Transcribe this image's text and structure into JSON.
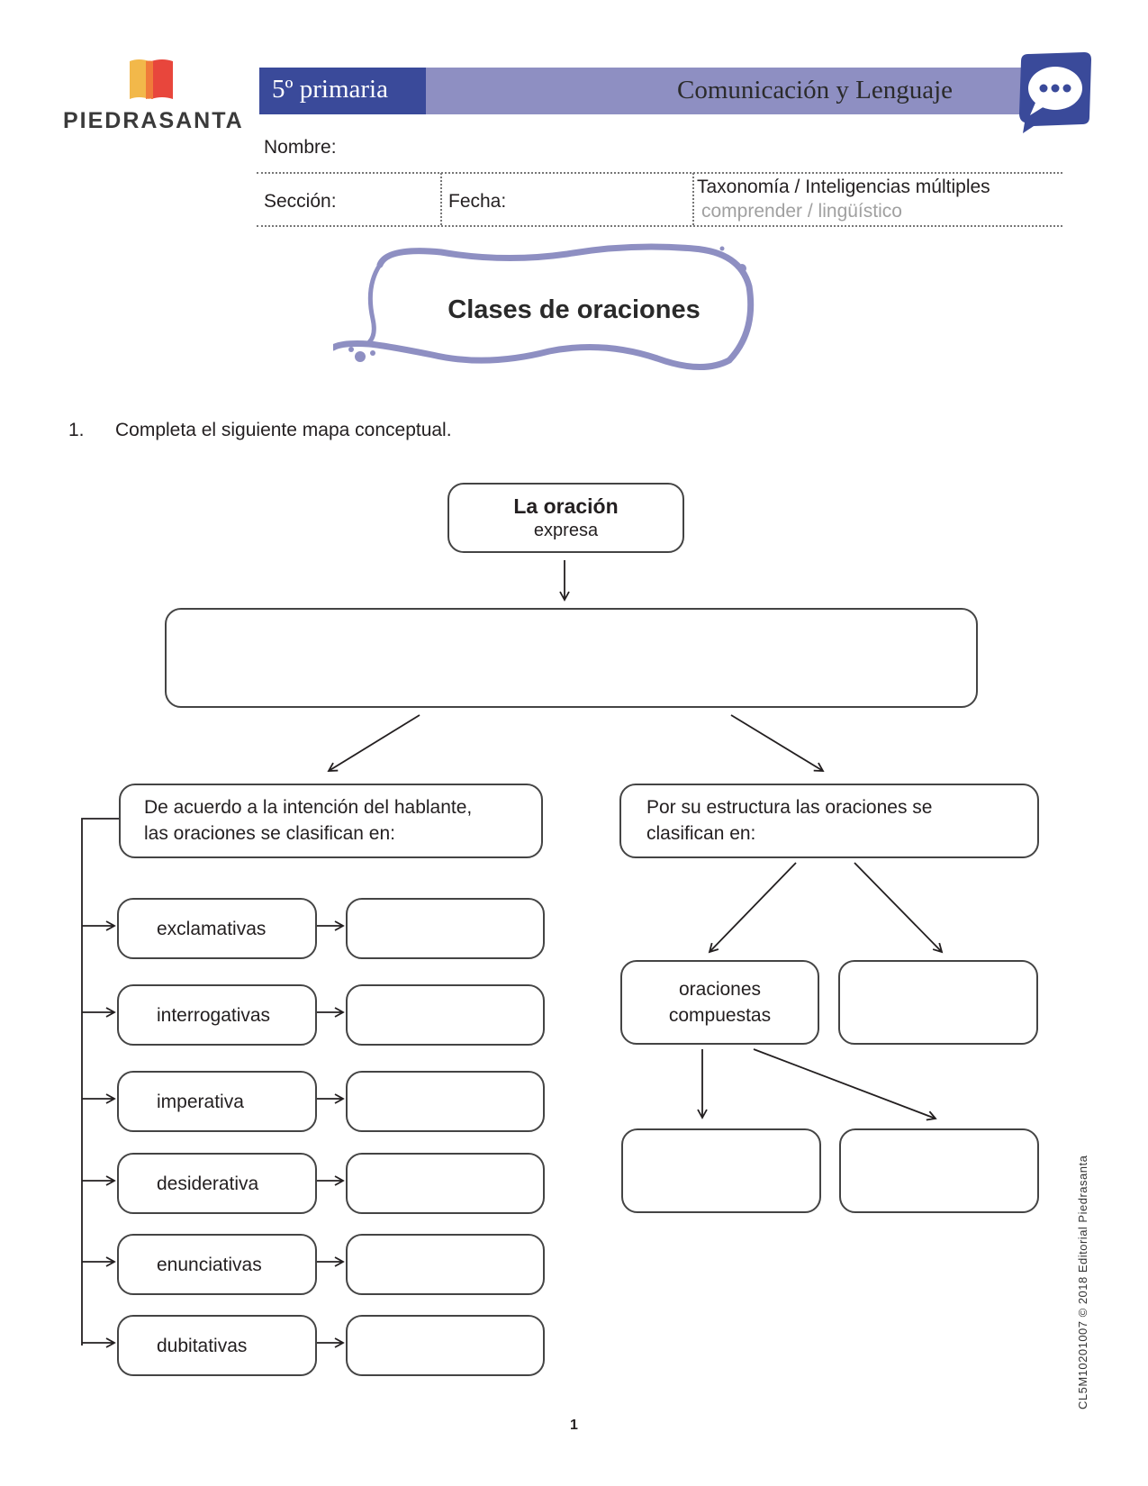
{
  "logo": {
    "name": "PIEDRASANTA"
  },
  "header": {
    "grade": "5º primaria",
    "subject": "Comunicación y Lenguaje",
    "icon": "chat-bubble-icon"
  },
  "fields": {
    "nombre": "Nombre:",
    "seccion": "Sección:",
    "fecha": "Fecha:",
    "taxonomia_label": "Taxonomía / Inteligencias múltiples",
    "taxonomia_value": "comprender / lingüístico"
  },
  "title": "Clases de oraciones",
  "instruction": {
    "number": "1.",
    "text": "Completa el siguiente mapa conceptual."
  },
  "map": {
    "root": {
      "title": "La oración",
      "sub": "expresa"
    },
    "left_branch": {
      "line1": "De acuerdo a la intención del hablante,",
      "line2": "las oraciones se clasifican en:"
    },
    "right_branch": {
      "line1": "Por su estructura las oraciones se",
      "line2": "clasifican en:"
    },
    "types": [
      "exclamativas",
      "interrogativas",
      "imperativa",
      "desiderativa",
      "enunciativas",
      "dubitativas"
    ],
    "compound": {
      "line1": "oraciones",
      "line2": "compuestas"
    }
  },
  "footer": {
    "page": "1",
    "credit": "CL5M10201007  ©  2018 Editorial Piedrasanta"
  },
  "colors": {
    "grade_bg": "#3a4a9a",
    "subject_bg": "#8e8fc2",
    "cloud": "#8e8fc2",
    "logo_orange": "#f2a33a",
    "logo_red": "#e8463c"
  }
}
